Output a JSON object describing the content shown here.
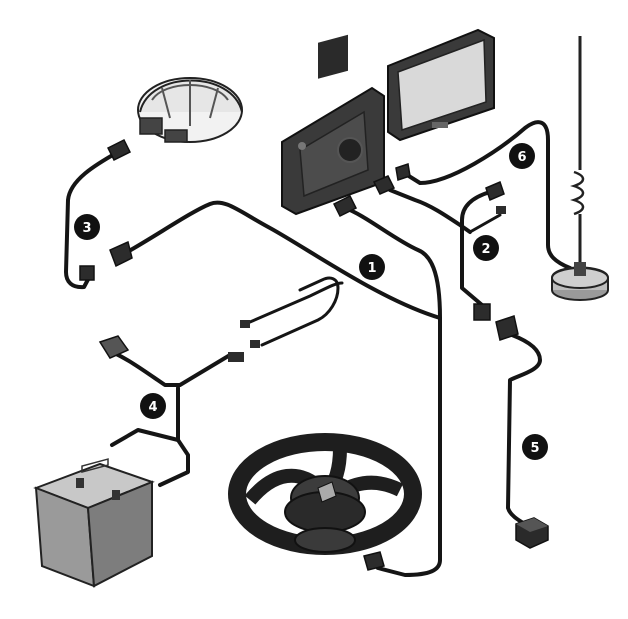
{
  "callouts": [
    {
      "id": "1",
      "label": "1"
    },
    {
      "id": "2",
      "label": "2"
    },
    {
      "id": "3",
      "label": "3"
    },
    {
      "id": "4",
      "label": "4"
    },
    {
      "id": "5",
      "label": "5"
    },
    {
      "id": "6",
      "label": "6"
    }
  ],
  "colors": {
    "cable": "#151515",
    "device_body": "#3a3a3a",
    "device_face": "#4c4c4c",
    "screen": "#d9d9d9",
    "battery": "#9a9a9a",
    "antenna_base": "#bdbdbd"
  }
}
